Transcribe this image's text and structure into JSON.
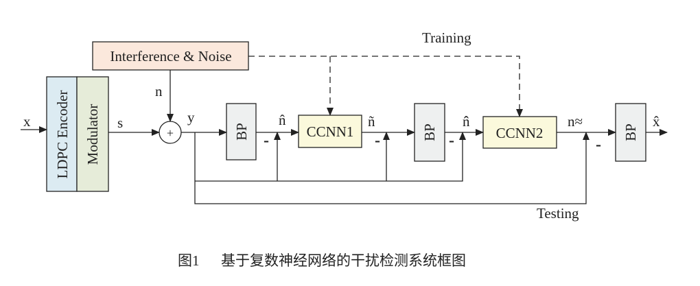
{
  "diagram": {
    "blocks": {
      "interference": "Interference & Noise",
      "encoder": "LDPC Encoder",
      "modulator": "Modulator",
      "bp1": "BP",
      "ccnn1": "CCNN1",
      "bp2": "BP",
      "ccnn2": "CCNN2",
      "bp3": "BP",
      "sum": "+"
    },
    "signals": {
      "x": "x",
      "n": "n",
      "s": "s",
      "y": "y",
      "n_hat": "n̂",
      "n_tilde": "ñ",
      "n_double_hat": "n̂̂",
      "n_double_tilde": "n≈",
      "x_hat": "x̂"
    },
    "minus": "-",
    "training": "Training",
    "testing": "Testing"
  },
  "caption": {
    "number": "图1",
    "text": "基于复数神经网络的干扰检测系统框图"
  },
  "colors": {
    "interference_fill": "#fbe8dc",
    "encoder_fill": "#dcebf2",
    "modulator_fill": "#e6ecd9",
    "bp_fill": "#eef0f0",
    "ccnn_fill": "#fbf9dc"
  }
}
